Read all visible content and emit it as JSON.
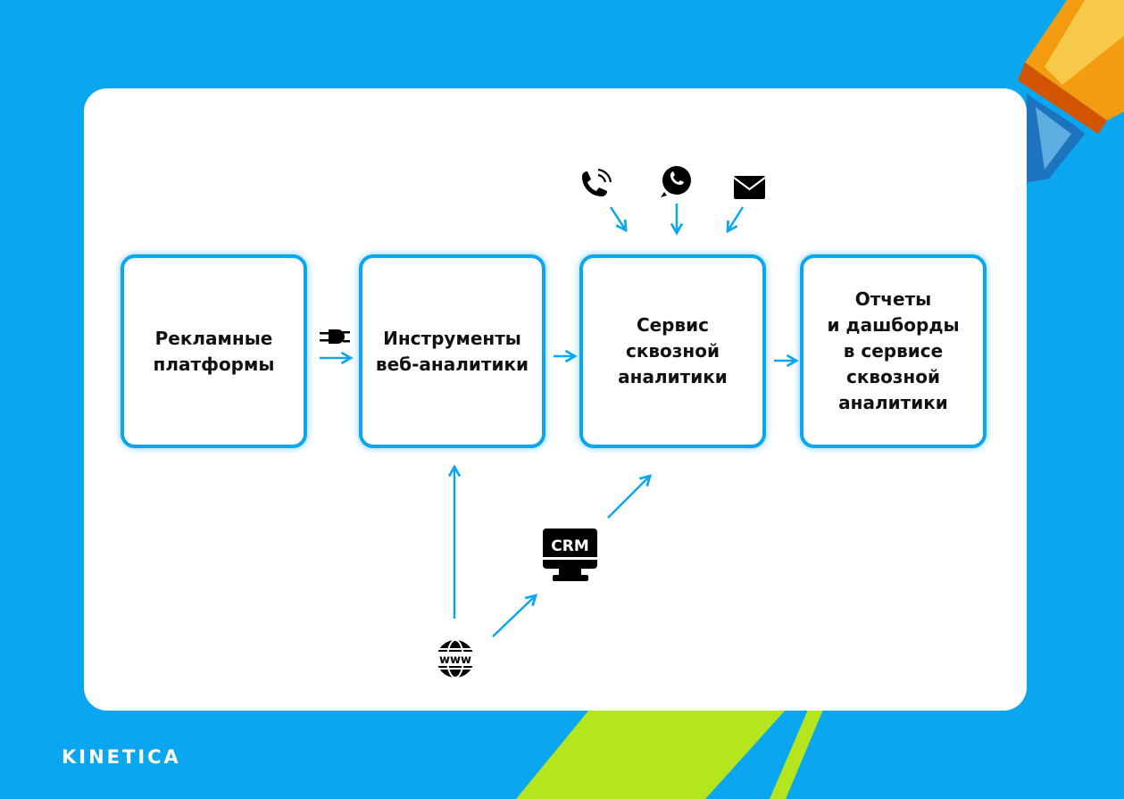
{
  "brand": {
    "logo_text": "KINETICA"
  },
  "colors": {
    "background": "#0aa7f0",
    "accent": "#0aa7f0",
    "stripe": "#b5e61d",
    "text": "#111111"
  },
  "diagram": {
    "nodes": [
      {
        "id": "ad-platforms",
        "label": "Рекламные\nплатформы"
      },
      {
        "id": "web-analytics",
        "label": "Инструменты\nвеб-аналитики"
      },
      {
        "id": "e2e-service",
        "label": "Сервис\nсквозной\nаналитики"
      },
      {
        "id": "reports",
        "label": "Отчеты\nи дашборды\nв сервисе\nсквозной\nаналитики"
      }
    ],
    "edges": [
      {
        "from": "ad-platforms",
        "to": "web-analytics",
        "icon": "plug-icon"
      },
      {
        "from": "web-analytics",
        "to": "e2e-service"
      },
      {
        "from": "e2e-service",
        "to": "reports"
      },
      {
        "from": "phone-icon",
        "to": "e2e-service"
      },
      {
        "from": "whatsapp-icon",
        "to": "e2e-service"
      },
      {
        "from": "mail-icon",
        "to": "e2e-service"
      },
      {
        "from": "www-icon",
        "to": "web-analytics"
      },
      {
        "from": "www-icon",
        "to": "crm-icon"
      },
      {
        "from": "crm-icon",
        "to": "e2e-service"
      }
    ],
    "icons": {
      "crm_text": "CRM",
      "www_text": "www"
    }
  }
}
